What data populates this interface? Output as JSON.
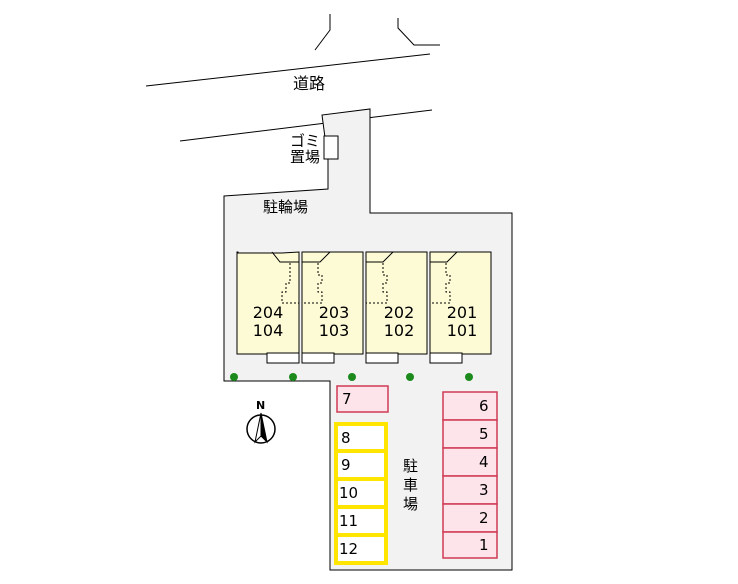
{
  "labels": {
    "road": "道路",
    "garbage": [
      "ゴミ",
      "置場"
    ],
    "bicycle": "駐輪場",
    "parking": [
      "駐",
      "車",
      "場"
    ],
    "north": "N"
  },
  "units": [
    {
      "upper": "204",
      "lower": "104"
    },
    {
      "upper": "203",
      "lower": "103"
    },
    {
      "upper": "202",
      "lower": "102"
    },
    {
      "upper": "201",
      "lower": "101"
    }
  ],
  "parking_right": [
    "6",
    "5",
    "4",
    "3",
    "2",
    "1"
  ],
  "parking_left": [
    "7"
  ],
  "parking_left_yellow": [
    "8",
    "9",
    "10",
    "11",
    "12"
  ],
  "colors": {
    "site": "#f2f2f2",
    "building": "#fdfbd6",
    "parking_pink": "#fde4ea",
    "parking_pink_border": "#d03a55",
    "parking_yellow_border": "#ffe500",
    "tree": "#1d8a1d"
  }
}
